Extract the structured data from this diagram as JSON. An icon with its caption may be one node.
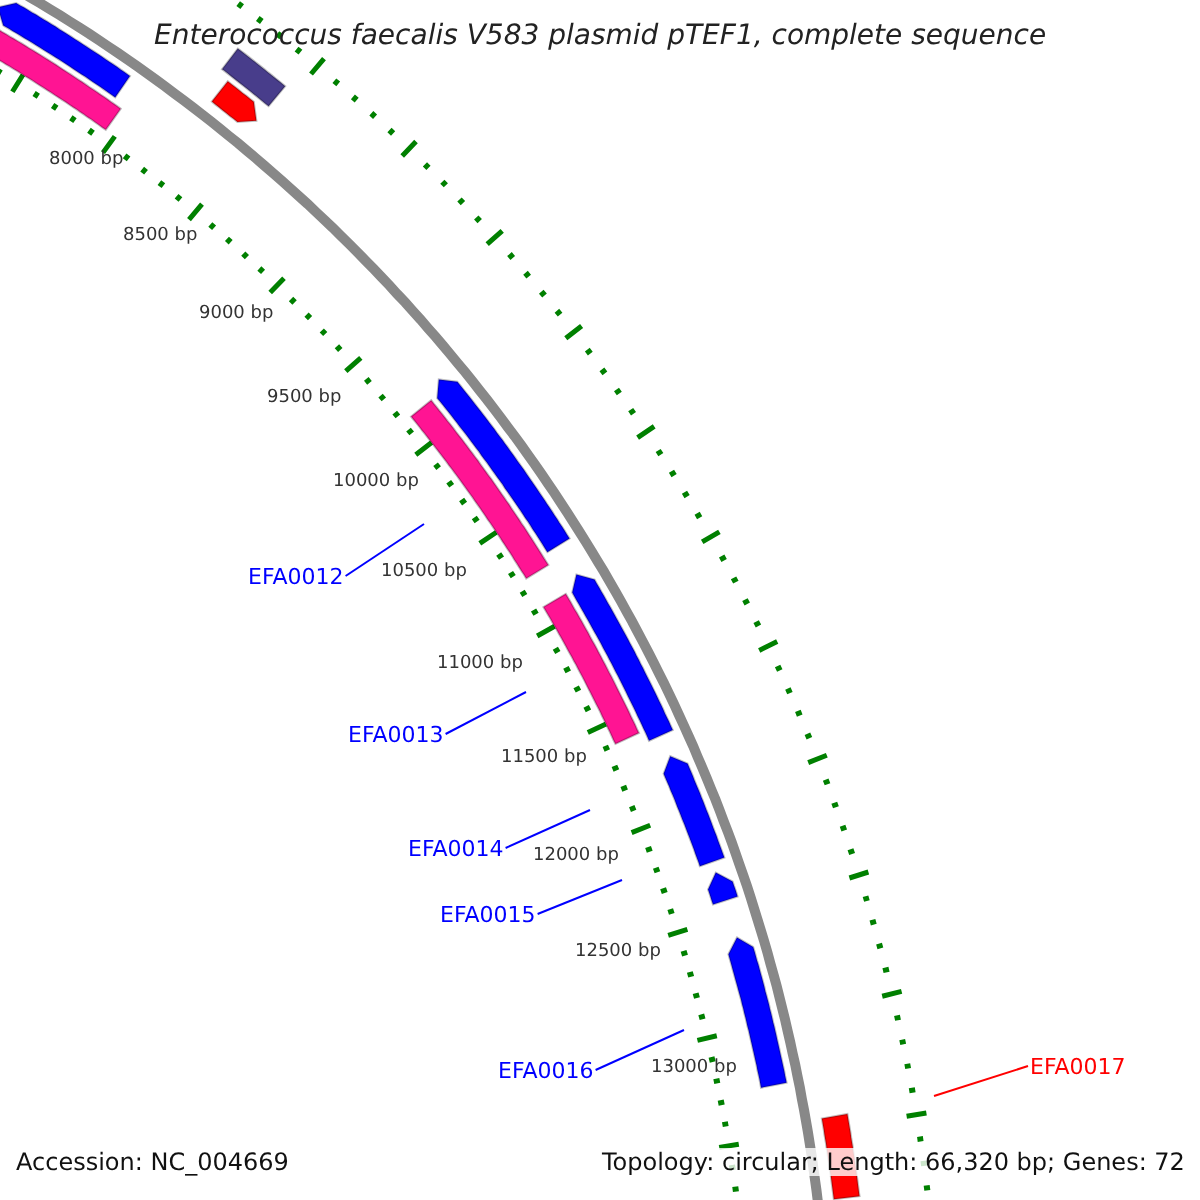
{
  "diagram": {
    "title": "Enterococcus faecalis V583 plasmid pTEF1, complete sequence",
    "nodes": [
      {
        "text": [
          "EFA0012"
        ]
      },
      {
        "text": [
          "EFA0013"
        ]
      },
      {
        "text": [
          "EFA0014"
        ]
      },
      {
        "text": [
          "EFA0015"
        ]
      },
      {
        "text": [
          "EFA0016"
        ]
      },
      {
        "text": [
          "EFA0017"
        ]
      }
    ],
    "edges": [
      {
        "from": 0,
        "to": null,
        "arrow": "none"
      },
      {
        "from": 1,
        "to": null,
        "arrow": "none"
      },
      {
        "from": 2,
        "to": null,
        "arrow": "none"
      },
      {
        "from": 3,
        "to": null,
        "arrow": "none"
      },
      {
        "from": 4,
        "to": null,
        "arrow": "none"
      },
      {
        "from": 5,
        "to": null,
        "arrow": "none",
        "color": "#ff0000"
      }
    ],
    "labels": [
      "8000 bp",
      "8500 bp",
      "9000 bp",
      "9500 bp",
      "10000 bp",
      "10500 bp",
      "11000 bp",
      "11500 bp",
      "12000 bp",
      "12500 bp",
      "13000 bp",
      "Accession: NC_004669",
      "Topology: circular; Length: 66,320 bp; Genes: 72"
    ]
  }
}
